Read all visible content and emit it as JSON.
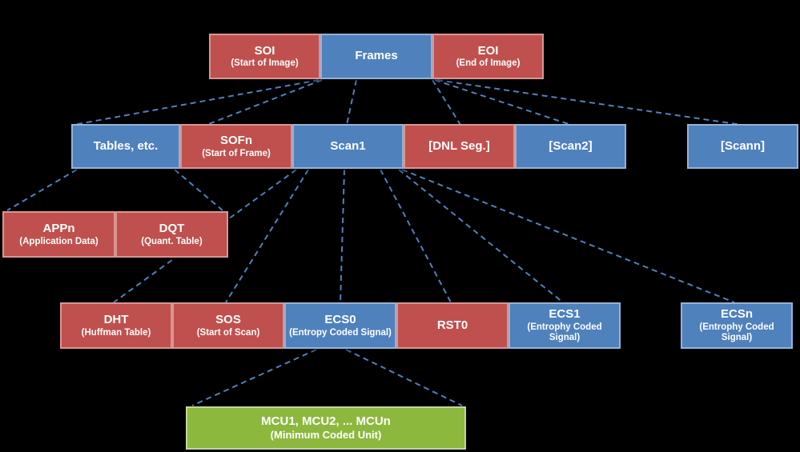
{
  "colors": {
    "background": "#000000",
    "red_fill": "#C0504D",
    "red_border": "#D99694",
    "blue_fill": "#4F81BD",
    "blue_border": "#95B3D7",
    "green_fill": "#8DB83E",
    "green_border": "#C3D69B",
    "connector": "#4F81BD",
    "text": "#FFFFFF"
  },
  "blocks": {
    "soi": {
      "title": "SOI",
      "subtitle": "(Start of Image)"
    },
    "frames": {
      "title": "Frames"
    },
    "eoi": {
      "title": "EOI",
      "subtitle": "(End of Image)"
    },
    "tables": {
      "title": "Tables, etc."
    },
    "sofn": {
      "title": "SOFn",
      "subtitle": "(Start of Frame)"
    },
    "scan1": {
      "title": "Scan1"
    },
    "dnl": {
      "title": "[DNL Seg.]"
    },
    "scan2": {
      "title": "[Scan2]"
    },
    "scann": {
      "title": "[Scann]"
    },
    "appn": {
      "title": "APPn",
      "subtitle": "(Application Data)"
    },
    "dqt": {
      "title": "DQT",
      "subtitle": "(Quant. Table)"
    },
    "dht": {
      "title": "DHT",
      "subtitle": "(Huffman Table)"
    },
    "sos": {
      "title": "SOS",
      "subtitle": "(Start of Scan)"
    },
    "ecs0": {
      "title": "ECS0",
      "subtitle": "(Entropy Coded Signal)"
    },
    "rst0": {
      "title": "RST0"
    },
    "ecs1": {
      "title": "ECS1",
      "subtitle": "(Entrophy Coded Signal)"
    },
    "ecsn": {
      "title": "ECSn",
      "subtitle": "(Entrophy Coded Signal)"
    },
    "mcu": {
      "title": "MCU1, MCU2, ... MCUn",
      "subtitle": "(Minimum Coded Unit)"
    }
  }
}
